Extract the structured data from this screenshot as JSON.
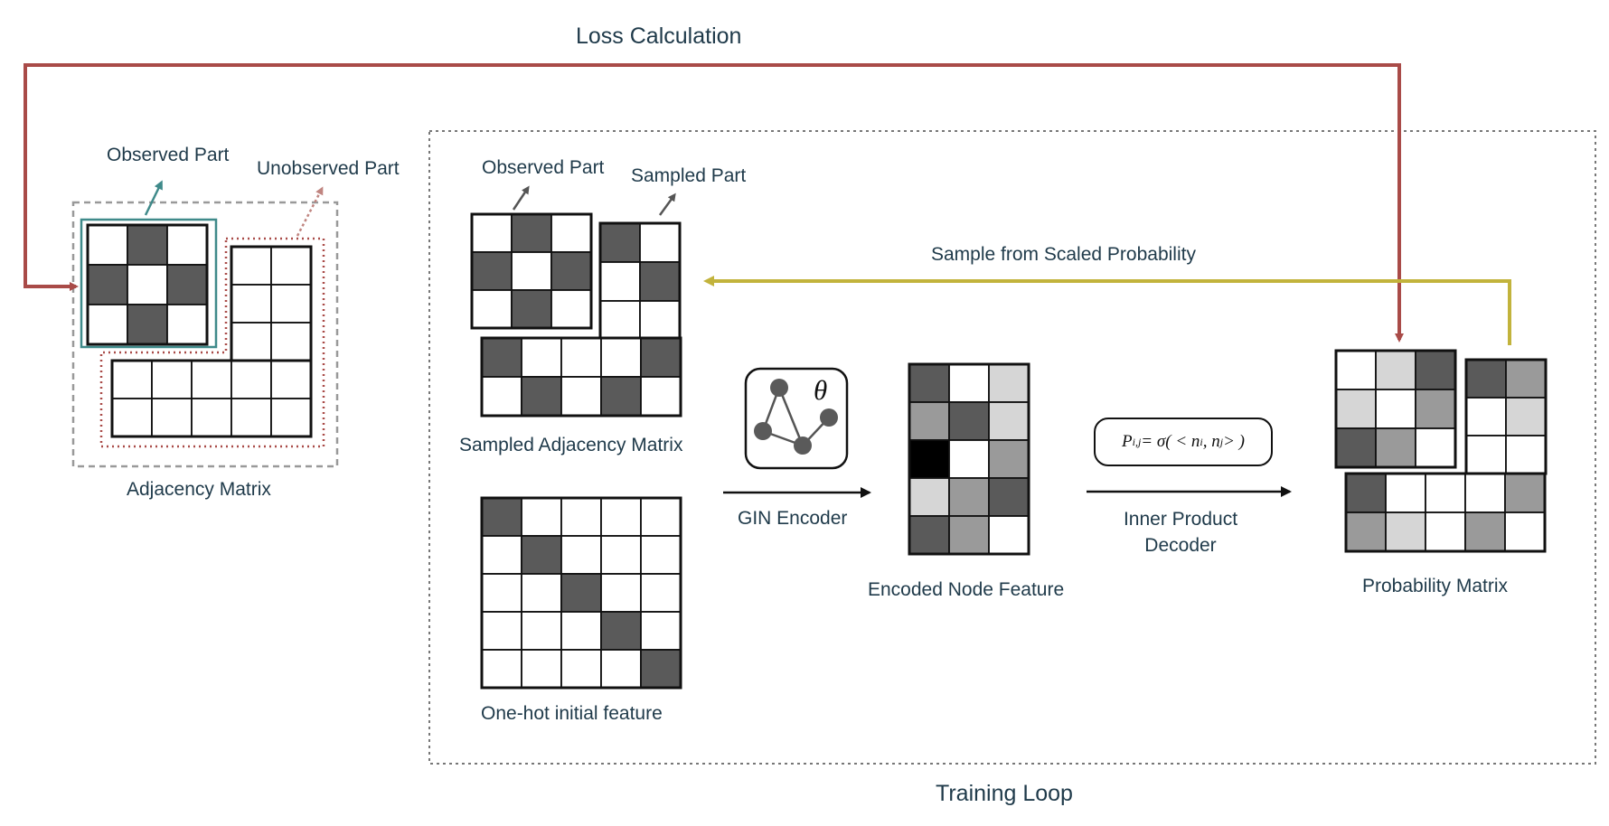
{
  "labels": {
    "loss_calculation": "Loss Calculation",
    "observed_part_left": "Observed Part",
    "unobserved_part": "Unobserved Part",
    "adjacency_matrix": "Adjacency Matrix",
    "observed_part_right": "Observed Part",
    "sampled_part": "Sampled Part",
    "sample_from_scaled_probability": "Sample from Scaled Probability",
    "sampled_adjacency_matrix": "Sampled Adjacency Matrix",
    "gin_encoder": "GIN Encoder",
    "encoded_node_feature": "Encoded Node Feature",
    "inner_product_decoder_line1": "Inner Product",
    "inner_product_decoder_line2": "Decoder",
    "probability_matrix": "Probability Matrix",
    "one_hot_initial_feature": "One-hot initial feature",
    "training_loop": "Training Loop",
    "theta_symbol": "θ"
  },
  "formula": {
    "p": "P",
    "p_sub": "i,j",
    "eq": " = σ( < n",
    "ni_sub": "i",
    "sep": ", n",
    "nj_sub": "j",
    "close": " > )"
  },
  "colors": {
    "loss_arrow": "#a94b48",
    "sample_arrow": "#c2b33c",
    "observed_outline": "#3f8a8a",
    "unobserved_outline": "#a94b48",
    "dashed_frame": "#999999",
    "dotted_loop": "#777777",
    "cell_dark": "#5a5a5a",
    "cell_mid": "#9a9a9a",
    "cell_light": "#d6d6d6",
    "cell_black": "#000000",
    "cell_white": "#ffffff",
    "text": "#1f3a4a"
  },
  "icons": {
    "gin_encoder_icon": "graph-network-icon"
  },
  "matrices": {
    "adjacency_observed": [
      [
        "w",
        "d",
        "w"
      ],
      [
        "d",
        "w",
        "d"
      ],
      [
        "w",
        "d",
        "w"
      ]
    ],
    "adjacency_unobserved_column": [
      [
        "w",
        "w"
      ],
      [
        "w",
        "w"
      ],
      [
        "w",
        "w"
      ]
    ],
    "adjacency_unobserved_row": [
      [
        "w",
        "w",
        "w",
        "w",
        "w"
      ],
      [
        "w",
        "w",
        "w",
        "w",
        "w"
      ]
    ],
    "sampled_observed": [
      [
        "w",
        "d",
        "w"
      ],
      [
        "d",
        "w",
        "d"
      ],
      [
        "w",
        "d",
        "w"
      ]
    ],
    "sampled_column": [
      [
        "d",
        "w"
      ],
      [
        "w",
        "d"
      ],
      [
        "w",
        "w"
      ]
    ],
    "sampled_row": [
      [
        "d",
        "w",
        "w",
        "w",
        "d"
      ],
      [
        "w",
        "d",
        "w",
        "d",
        "w"
      ]
    ],
    "one_hot": [
      [
        "d",
        "w",
        "w",
        "w",
        "w"
      ],
      [
        "w",
        "d",
        "w",
        "w",
        "w"
      ],
      [
        "w",
        "w",
        "d",
        "w",
        "w"
      ],
      [
        "w",
        "w",
        "w",
        "d",
        "w"
      ],
      [
        "w",
        "w",
        "w",
        "w",
        "d"
      ]
    ],
    "encoded_node_feature": [
      [
        "d",
        "w",
        "l"
      ],
      [
        "m",
        "d",
        "l"
      ],
      [
        "b",
        "w",
        "m"
      ],
      [
        "l",
        "m",
        "d"
      ],
      [
        "d",
        "m",
        "w"
      ]
    ],
    "probability_observed": [
      [
        "w",
        "l",
        "d"
      ],
      [
        "l",
        "w",
        "m"
      ],
      [
        "d",
        "m",
        "w"
      ]
    ],
    "probability_column": [
      [
        "d",
        "m"
      ],
      [
        "w",
        "l"
      ],
      [
        "w",
        "w"
      ]
    ],
    "probability_row": [
      [
        "d",
        "w",
        "w",
        "w",
        "m"
      ],
      [
        "m",
        "l",
        "w",
        "m",
        "w"
      ]
    ]
  }
}
